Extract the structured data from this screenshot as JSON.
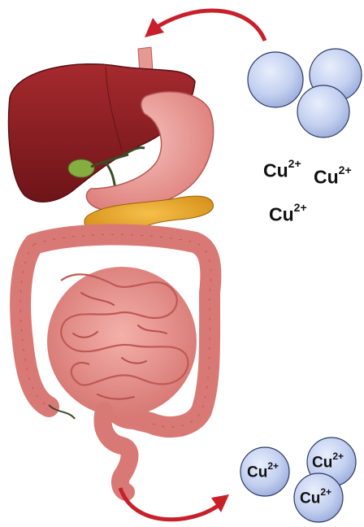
{
  "free_ions": [
    {
      "base": "Cu",
      "charge": "2+"
    },
    {
      "base": "Cu",
      "charge": "2+"
    },
    {
      "base": "Cu",
      "charge": "2+"
    }
  ],
  "bound_beads": [
    {
      "base": "Cu",
      "charge": "2+"
    },
    {
      "base": "Cu",
      "charge": "2+"
    },
    {
      "base": "Cu",
      "charge": "2+"
    }
  ],
  "colors": {
    "arrow": "#c8202a",
    "bead_fill": "#c5d2f0",
    "bead_stroke": "#2c3a66",
    "liver": "#8e1d22",
    "stomach": "#e79792",
    "pancreas": "#e9a11c",
    "gallbladder": "#7fa53b",
    "intestine": "#e58d86"
  }
}
